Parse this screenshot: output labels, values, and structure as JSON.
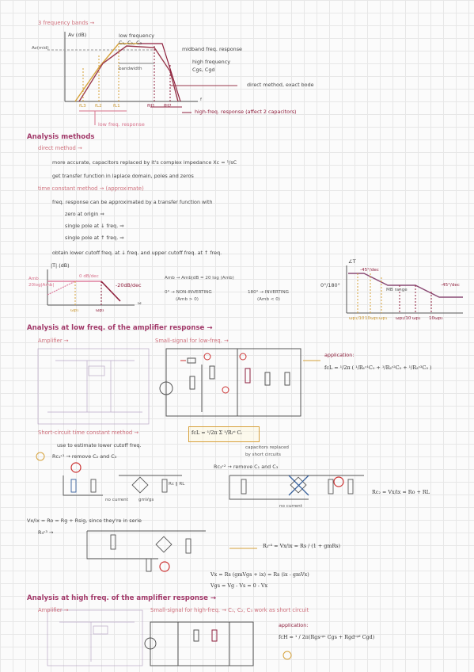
{
  "bands_title": "3 frequency bands →",
  "graph1": {
    "y_label": "Av (dB)",
    "y_mid": "Av(mid)",
    "low_freq_label": "low frequency",
    "low_freq_caps": "C₁, C₂, C₃",
    "midband": "midband freq. response",
    "high_freq_label": "high frequency",
    "high_freq_caps": "Cgs, Cgd",
    "bandwidth": "bandwidth",
    "direct_method": "direct method, exact bode",
    "ticks": [
      "fL3",
      "fL2",
      "fL1",
      "fH1",
      "fH2"
    ],
    "x_axis": "f",
    "high_resp": "high-freq. response (affect 2 capacitors)",
    "low_resp": "low freq. response"
  },
  "analysis": {
    "title": "Analysis methods",
    "direct": "direct method →",
    "direct_1": "more accurate, capacitors replaced by it's complex impedance Xc = ¹/sC",
    "direct_2": "get transfer function in laplace domain, poles and zeros",
    "tc": "time constant method → (approximate)",
    "tc_1": "freq. response can be approximated by a transfer function with",
    "zero": "zero at origin ⇒",
    "pole_low": "single pole at ↓ freq. ⇒",
    "pole_high": "single pole at ↑ freq. ⇒",
    "obtain": "obtain lower cutoff freq. at ↓ freq. and upper cutoff freq. at ↑ freq."
  },
  "graph2": {
    "y_label": "|T| (dB)",
    "amb": "Amb",
    "amb2": "20log|Amb|",
    "flat": "0 dB/dec",
    "slope": "-20dB/dec",
    "x_axis": "ω",
    "t1": "ωp₁",
    "t2": "ωp₂",
    "eq1": "Amb → Amb|dB = 20 log (Amb)",
    "eq2": "0° → NON-INVERTING",
    "eq2b": "(Amb > 0)",
    "eq3": "180° → INVERTING",
    "eq3b": "(Amb < 0)"
  },
  "graph3": {
    "y_label": "∠T",
    "y_phase": "0°/180°",
    "slope1": "-45°/dec",
    "mb_range": "MB range",
    "slope2": "-45°/dec",
    "ticks": [
      "ωp₁/10",
      "10ωp₁",
      "ωp₁",
      "ωp₂/10",
      "ωp₂",
      "10ωp₂"
    ]
  },
  "low_freq": {
    "title": "Analysis at low freq. of the amplifier response →",
    "amplifier": "Amplifier →",
    "small_signal": "Small-signal for low-freq. →",
    "application": "application:",
    "fcl": "fcL = ¹/2π ( ¹/R₁ᶜ¹C₁ + ¹/R₂ᶜ²C₂ + ¹/R₃ᶜ³C₃ )",
    "sctc": "Short-circuit time constant method →",
    "sctc_formula": "fcL = ¹/2π Σ ¹/Rᵢᶜⁱ Cᵢ",
    "use": "use to estimate lower cutoff freq.",
    "cap_replaced": "capacitors replaced",
    "by_short": "by short circuits",
    "r1c": "Rc₁ᶜ¹ → remove C₂ and C₃",
    "r2c": "Rc₂ᶜ² → remove C₁ and C₃",
    "no_current": "no current",
    "no_current2": "no current",
    "r2c_eq": "Rc₂ = Vx/ix = Ro + RL",
    "gm1": "gmVgs",
    "rc_rl": "Rc ‖ RL",
    "vr_eq": "Vx/ix = Ro = Rg + Rsig, since they're in serie",
    "r3c": "R₃ᶜ³ →",
    "r3_eq": "R₃ᶜ³ = Vx/ix = Rs / (1 + gmRs)",
    "vx_eq": "Vx = Rs (gmVgs + ix) = Rs (ix - gmVx)",
    "vgs_eq": "Vgs = Vg - Vs = 0 - Vx"
  },
  "high_freq": {
    "title": "Analysis at high freq. of the amplifier response →",
    "amplifier": "Amplifier →",
    "small_signal": "Small-signal for high-freq. → C₁, C₂, C₃ work as short circuit",
    "application": "application:",
    "fch": "fcH = ¹ / 2π(Rgsᶜᵍˢ Cgs + Rgdᶜᵍᵈ Cgd)"
  }
}
